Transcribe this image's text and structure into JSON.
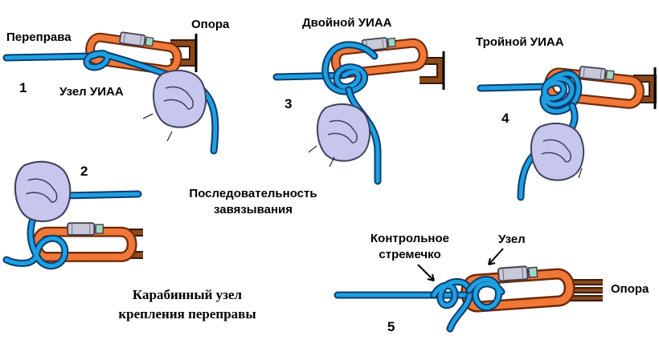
{
  "labels": {
    "pereprava": "Переправа",
    "opora_top": "Опора",
    "uzel_uiaa": "Узел УИАА",
    "double_uiaa": "Двойной УИАА",
    "triple_uiaa": "Тройной УИАА",
    "sequence_line1": "Последовательность",
    "sequence_line2": "завязывания",
    "caption_line1": "Карабинный узел",
    "caption_line2": "крепления переправы",
    "control_line1": "Контрольное",
    "control_line2": "стремечко",
    "uzel": "Узел",
    "opora_bottom": "Опора"
  },
  "steps": [
    "1",
    "2",
    "3",
    "4",
    "5"
  ],
  "colors": {
    "rope": "#1ea0e0",
    "rope_outline": "#0a3c70",
    "carabiner": "#f07838",
    "carabiner_outline": "#6e2a08",
    "sleeve": "#c8c8d8",
    "support_sling": "#8a4a1c",
    "hand": "#c7c7ee"
  }
}
